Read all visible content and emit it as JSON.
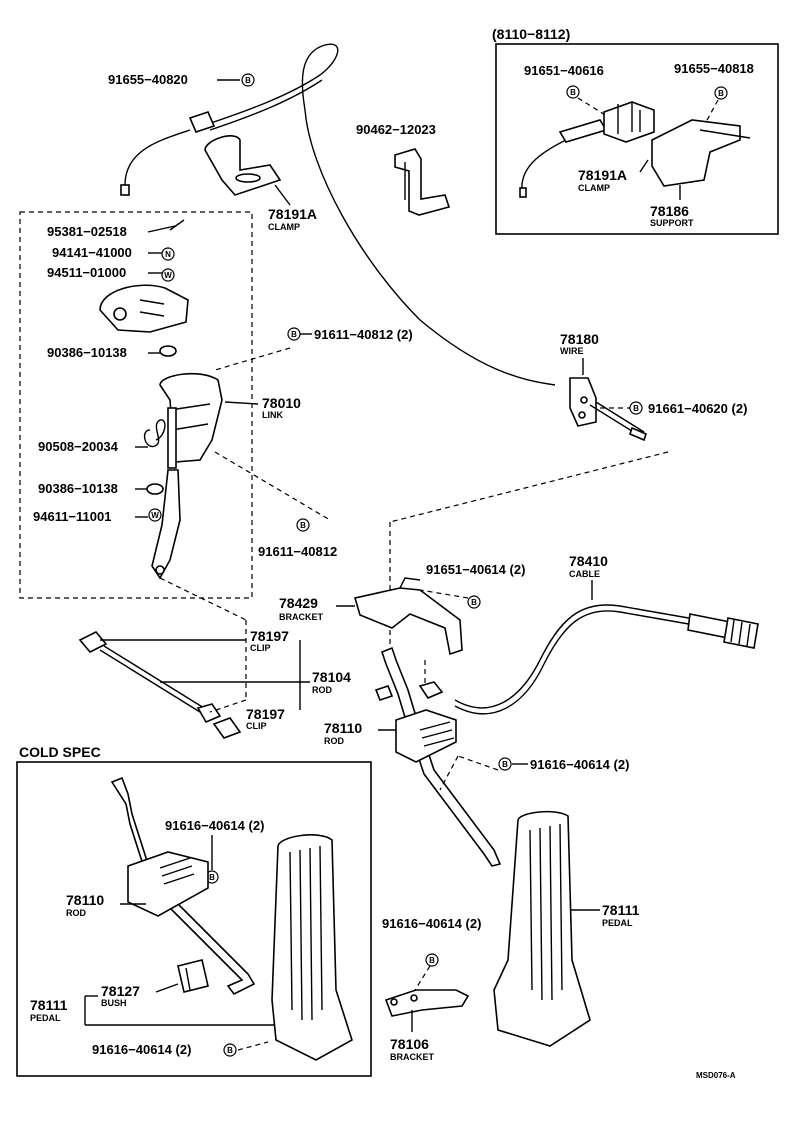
{
  "inset": {
    "heading": "(8110−8112)",
    "part_91651_40616": "91651−40616",
    "part_91655_40818": "91655−40818",
    "clamp_number": "78191A",
    "clamp_name": "CLAMP",
    "support_number": "78186",
    "support_name": "SUPPORT"
  },
  "main": {
    "part_91655_40820": "91655−40820",
    "part_90462_12023": "90462−12023",
    "clamp_number": "78191A",
    "clamp_name": "CLAMP",
    "part_95381_02518": "95381−02518",
    "part_94141_41000": "94141−41000",
    "part_94511_01000": "94511−01000",
    "part_90386_10138_a": "90386−10138",
    "part_91611_40812_2": "91611−40812 (2)",
    "link_number": "78010",
    "link_name": "LINK",
    "part_90508_20034": "90508−20034",
    "part_90386_10138_b": "90386−10138",
    "part_94611_11001": "94611−11001",
    "part_91611_40812": "91611−40812",
    "wire_number": "78180",
    "wire_name": "WIRE",
    "part_91661_40620_2": "91661−40620 (2)",
    "part_91651_40614_2": "91651−40614 (2)",
    "cable_number": "78410",
    "cable_name": "CABLE",
    "bracket_number": "78429",
    "bracket_name": "BRACKET",
    "clip_number_a": "78197",
    "clip_name_a": "CLIP",
    "rod_number_a": "78104",
    "rod_name_a": "ROD",
    "clip_number_b": "78197",
    "clip_name_b": "CLIP",
    "rod_number_b": "78110",
    "rod_name_b": "ROD",
    "part_91616_40614_2_a": "91616−40614 (2)",
    "part_91616_40614_2_b": "91616−40614 (2)",
    "pedal_number": "78111",
    "pedal_name": "PEDAL",
    "bracket2_number": "78106",
    "bracket2_name": "BRACKET",
    "figure_code": "MSD076-A"
  },
  "cold_spec": {
    "heading": "COLD SPEC",
    "part_91616_40614_2_a": "91616−40614 (2)",
    "rod_number": "78110",
    "rod_name": "ROD",
    "bush_number": "78127",
    "bush_name": "BUSH",
    "pedal_number": "78111",
    "pedal_name": "PEDAL",
    "part_91616_40614_2_b": "91616−40614 (2)"
  },
  "badges": {
    "B": "B",
    "N": "N",
    "W": "W"
  }
}
